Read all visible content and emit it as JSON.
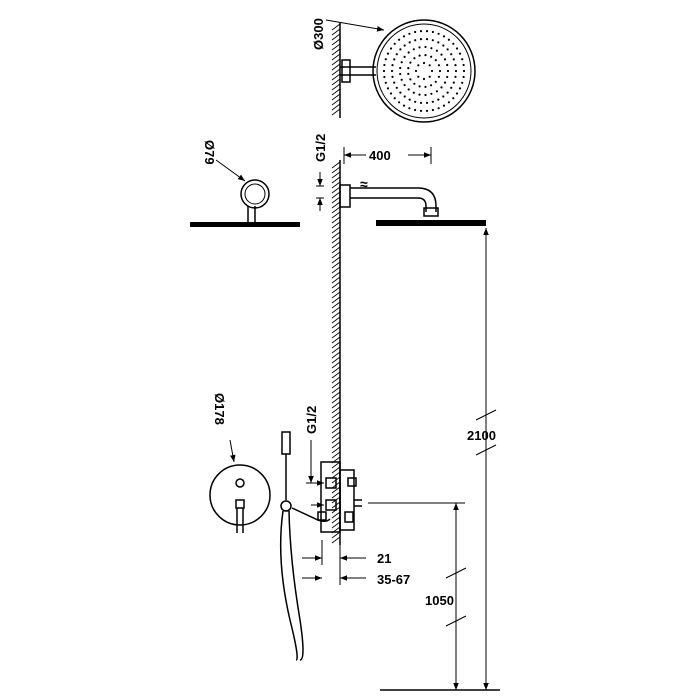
{
  "dimensions": {
    "head_diameter_large": "Ø300",
    "head_diameter_small": "Ø79",
    "arm_length": "400",
    "connection_top": "G1/2",
    "connection_mixer": "G1/2",
    "mixer_plate_diameter": "Ø178",
    "wall_depth_min": "21",
    "wall_depth_range": "35-67",
    "head_height": "2100",
    "mixer_height": "1050"
  },
  "colors": {
    "line": "#000000",
    "background": "#ffffff"
  }
}
